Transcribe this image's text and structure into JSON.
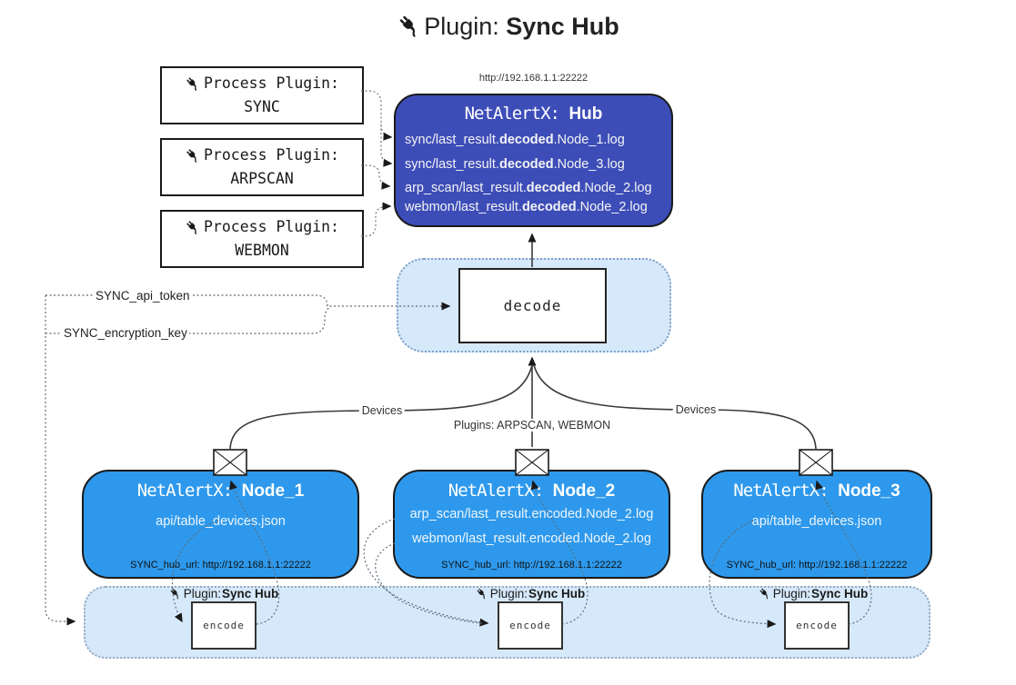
{
  "title": {
    "prefix": "Plugin: ",
    "name": "Sync Hub"
  },
  "process_plugins": [
    {
      "prefix": "Process Plugin:",
      "name": "SYNC"
    },
    {
      "prefix": "Process Plugin:",
      "name": "ARPSCAN"
    },
    {
      "prefix": "Process Plugin:",
      "name": "WEBMON"
    }
  ],
  "hub": {
    "url": "http://192.168.1.1:22222",
    "title_prefix": "NetAlertX: ",
    "title_name": "Hub",
    "rows": [
      {
        "pre": "sync/last_result.",
        "bold": "decoded",
        "post": ".Node_1.log"
      },
      {
        "pre": "sync/last_result.",
        "bold": "decoded",
        "post": ".Node_3.log"
      },
      {
        "pre": "arp_scan/last_result.",
        "bold": "decoded",
        "post": ".Node_2.log"
      },
      {
        "pre": "webmon/last_result.",
        "bold": "decoded",
        "post": ".Node_2.log"
      }
    ]
  },
  "decode": {
    "label": "decode"
  },
  "tokens": {
    "api_token": "SYNC_api_token",
    "encryption_key": "SYNC_encryption_key"
  },
  "edges": {
    "devices_left": "Devices",
    "plugins_mid": "Plugins: ARPSCAN, WEBMON",
    "devices_right": "Devices"
  },
  "nodes": [
    {
      "title_prefix": "NetAlertX: ",
      "title_name": "Node_1",
      "lines": [
        "api/table_devices.json"
      ],
      "hub_url": "SYNC_hub_url: http://192.168.1.1:22222"
    },
    {
      "title_prefix": "NetAlertX: ",
      "title_name": "Node_2",
      "lines": [
        "arp_scan/last_result.encoded.Node_2.log",
        "webmon/last_result.encoded.Node_2.log"
      ],
      "hub_url": "SYNC_hub_url: http://192.168.1.1:22222"
    },
    {
      "title_prefix": "NetAlertX: ",
      "title_name": "Node_3",
      "lines": [
        "api/table_devices.json"
      ],
      "hub_url": "SYNC_hub_url: http://192.168.1.1:22222"
    }
  ],
  "encode_band": {
    "plugin_prefix": "Plugin: ",
    "plugin_name": "Sync Hub",
    "encode_label": "encode"
  },
  "icons": {
    "plug": "plug-icon",
    "envelope": "envelope-icon"
  },
  "colors": {
    "hub_fill": "#3d4db8",
    "node_fill": "#2e99ec",
    "band_fill": "#d6e9fa",
    "decode_band_border": "#7fa0c6",
    "bottom_band_border": "#97a9bf",
    "box_border": "#1a1a1a",
    "text_on_blue": "#ffffff"
  }
}
